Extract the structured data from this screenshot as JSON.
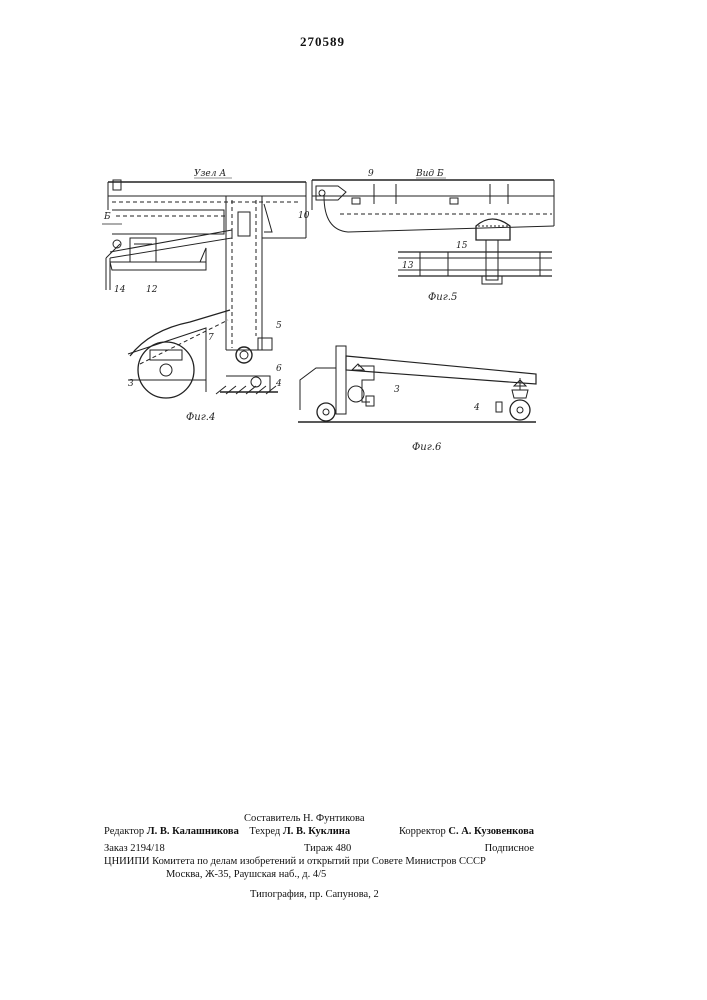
{
  "page_number": "270589",
  "figure_labels": {
    "node_a": "Узел А",
    "view_b": "Вид Б",
    "arrow_b": "Б",
    "fig4": "Фиг.4",
    "fig5": "Фиг.5",
    "fig6": "Фиг.6"
  },
  "part_numbers": {
    "fig4": [
      "14",
      "12",
      "5",
      "7",
      "6",
      "4",
      "3"
    ],
    "fig5": [
      "9",
      "10",
      "15",
      "13"
    ],
    "fig6": [
      "3",
      "4"
    ]
  },
  "imprint": {
    "compiler": "Составитель Н. Фунтикова",
    "editor_prefix": "Редактор",
    "editor": "Л. В. Калашникова",
    "techred_prefix": "Техред",
    "techred": "Л. В. Куклина",
    "corrector_prefix": "Корректор",
    "corrector": "С. А. Кузовенкова",
    "order": "Заказ 2194/18",
    "circulation": "Тираж 480",
    "subscription": "Подписное",
    "institute": "ЦНИИПИ Комитета по делам изобретений и открытий при Совете Министров СССР",
    "address": "Москва, Ж-35, Раушская наб., д. 4/5",
    "printing": "Типография, пр. Сапунова, 2"
  }
}
